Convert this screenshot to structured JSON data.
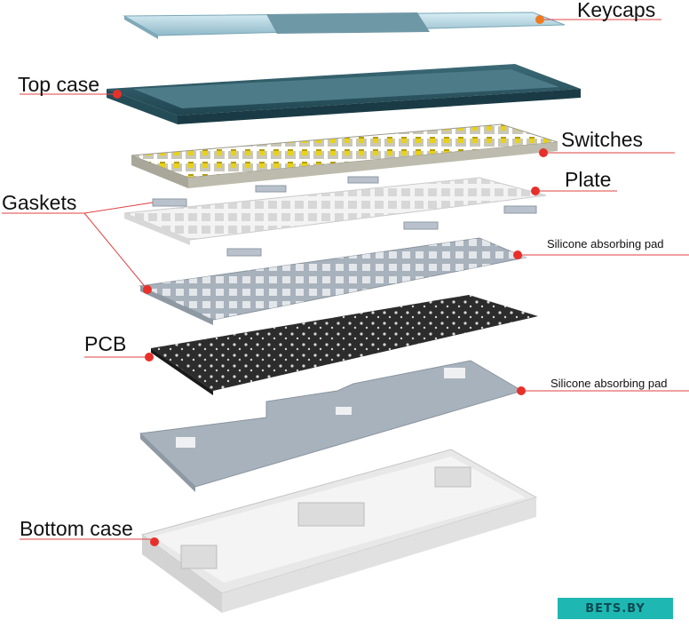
{
  "labels": {
    "keycaps": "Keycaps",
    "top_case": "Top case",
    "switches": "Switches",
    "plate": "Plate",
    "gaskets": "Gaskets",
    "silicone_pad_1": "Silicone absorbing pad",
    "pcb": "PCB",
    "silicone_pad_2": "Silicone absorbing pad",
    "bottom_case": "Bottom case"
  },
  "watermark": "BETS.BY",
  "colors": {
    "marker": "#e8302a",
    "keycap_marker": "#f07a1e",
    "leader_line": "#e04040",
    "keycaps": "#b8dce8",
    "top_case": "#2f5a66",
    "switch_stem": "#e8d21a",
    "plate": "#f2f2f2",
    "gasket": "#b9c2cc",
    "silicone_pad": "#a8b2bd",
    "pcb": "#2c2c2c",
    "bottom_case": "#ececec",
    "watermark_bg": "#1fb7b2"
  }
}
